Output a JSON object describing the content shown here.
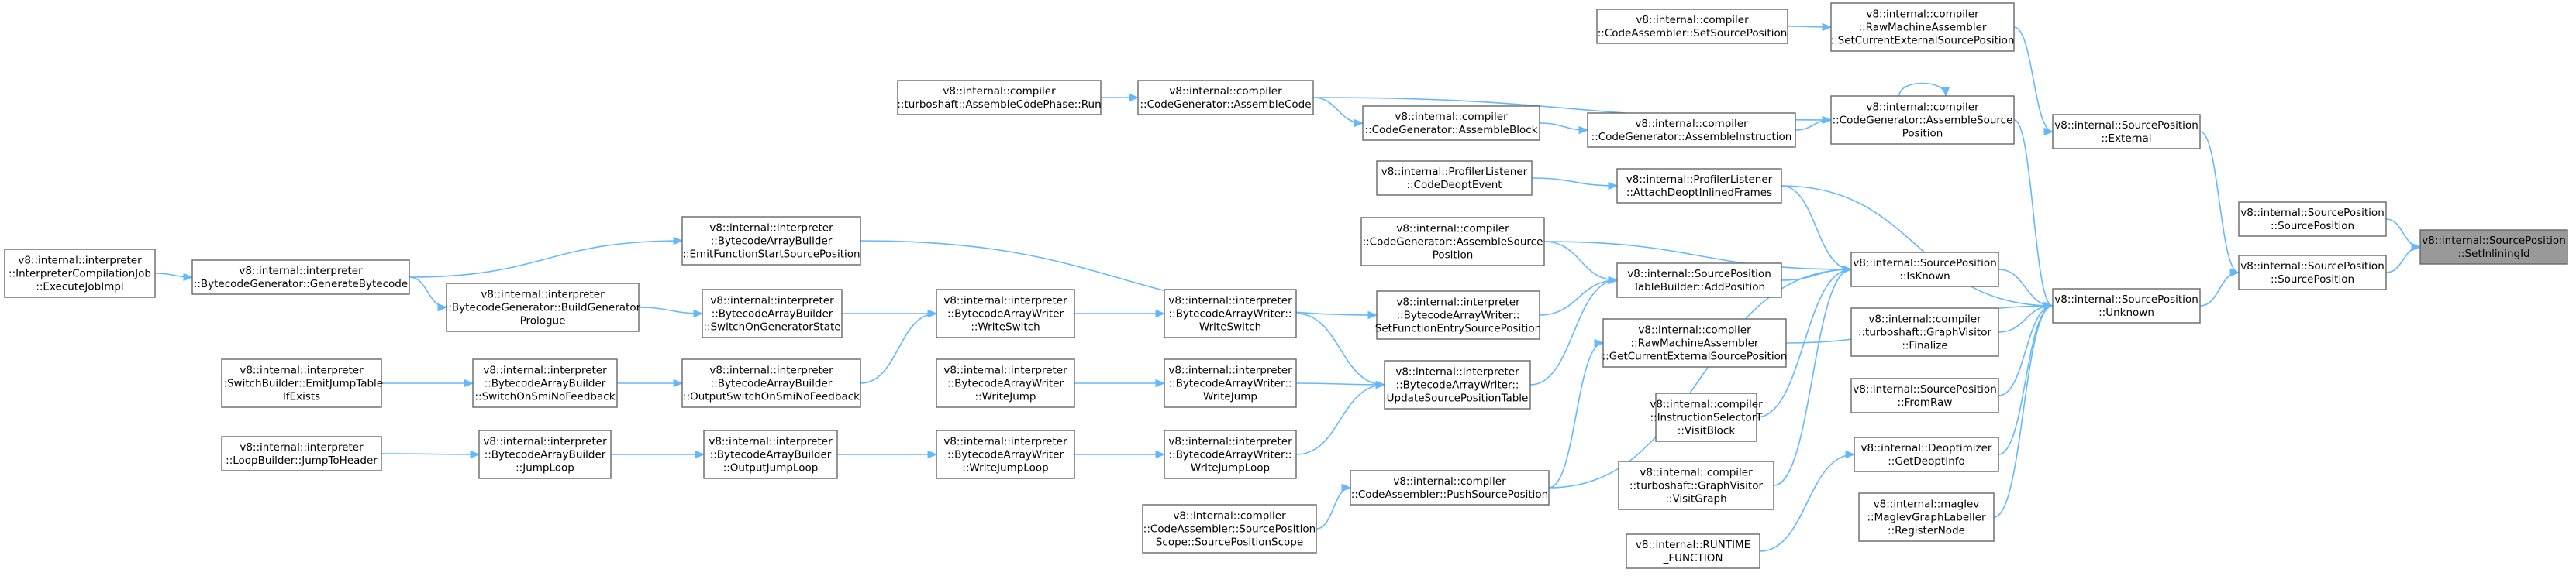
{
  "nodes": [
    {
      "id": "setinliningid",
      "lines": [
        "v8::internal::SourcePosition",
        "::SetInliningId"
      ],
      "root": true
    },
    {
      "id": "sp_sourceposition_top",
      "lines": [
        "v8::internal::SourcePosition",
        "::SourcePosition"
      ]
    },
    {
      "id": "sp_sourceposition_mid",
      "lines": [
        "v8::internal::SourcePosition",
        "::SourcePosition"
      ]
    },
    {
      "id": "sp_external",
      "lines": [
        "v8::internal::SourcePosition",
        "::External"
      ]
    },
    {
      "id": "sp_unknown",
      "lines": [
        "v8::internal::SourcePosition",
        "::Unknown"
      ]
    },
    {
      "id": "rma_setcurrentexternal",
      "lines": [
        "v8::internal::compiler",
        "::RawMachineAssembler",
        "::SetCurrentExternalSourcePosition"
      ]
    },
    {
      "id": "ca_setsourceposition",
      "lines": [
        "v8::internal::compiler",
        "::CodeAssembler::SetSourcePosition"
      ]
    },
    {
      "id": "cg_assemblesourceposition",
      "lines": [
        "v8::internal::compiler",
        "::CodeGenerator::AssembleSource",
        "Position"
      ]
    },
    {
      "id": "cg_assemblecode",
      "lines": [
        "v8::internal::compiler",
        "::CodeGenerator::AssembleCode"
      ]
    },
    {
      "id": "ts_assemblecodephase",
      "lines": [
        "v8::internal::compiler",
        "::turboshaft::AssembleCodePhase::Run"
      ]
    },
    {
      "id": "cg_assembleblock",
      "lines": [
        "v8::internal::compiler",
        "::CodeGenerator::AssembleBlock"
      ]
    },
    {
      "id": "cg_assembleinstruction",
      "lines": [
        "v8::internal::compiler",
        "::CodeGenerator::AssembleInstruction"
      ]
    },
    {
      "id": "pl_codedeoptevent",
      "lines": [
        "v8::internal::ProfilerListener",
        "::CodeDeoptEvent"
      ]
    },
    {
      "id": "pl_attachdeopt",
      "lines": [
        "v8::internal::ProfilerListener",
        "::AttachDeoptInlinedFrames"
      ]
    },
    {
      "id": "sp_isknown",
      "lines": [
        "v8::internal::SourcePosition",
        "::IsKnown"
      ]
    },
    {
      "id": "cg_assemblesourceposition2",
      "lines": [
        "v8::internal::compiler",
        "::CodeGenerator::AssembleSource",
        "Position"
      ]
    },
    {
      "id": "sptb_addposition",
      "lines": [
        "v8::internal::SourcePosition",
        "TableBuilder::AddPosition"
      ]
    },
    {
      "id": "ts_graphvisitor_finalize",
      "lines": [
        "v8::internal::compiler",
        "::turboshaft::GraphVisitor",
        "::Finalize"
      ]
    },
    {
      "id": "rma_getcurrentexternal",
      "lines": [
        "v8::internal::compiler",
        "::RawMachineAssembler",
        "::GetCurrentExternalSourcePosition"
      ]
    },
    {
      "id": "sp_fromraw",
      "lines": [
        "v8::internal::SourcePosition",
        "::FromRaw"
      ]
    },
    {
      "id": "ist_visitblock",
      "lines": [
        "v8::internal::compiler",
        "::InstructionSelectorT",
        "::VisitBlock"
      ]
    },
    {
      "id": "deopt_getdeoptinfo",
      "lines": [
        "v8::internal::Deoptimizer",
        "::GetDeoptInfo"
      ]
    },
    {
      "id": "ts_graphvisitor_visitgraph",
      "lines": [
        "v8::internal::compiler",
        "::turboshaft::GraphVisitor",
        "::VisitGraph"
      ]
    },
    {
      "id": "maglev_registernode",
      "lines": [
        "v8::internal::maglev",
        "::MaglevGraphLabeller",
        "::RegisterNode"
      ]
    },
    {
      "id": "runtime_function",
      "lines": [
        "v8::internal::RUNTIME",
        "_FUNCTION"
      ]
    },
    {
      "id": "baw_setfunctionentry",
      "lines": [
        "v8::internal::interpreter",
        "::BytecodeArrayWriter::",
        "SetFunctionEntrySourcePosition"
      ]
    },
    {
      "id": "baw_updatesourcepositiontable",
      "lines": [
        "v8::internal::interpreter",
        "::BytecodeArrayWriter::",
        "UpdateSourcePositionTable"
      ]
    },
    {
      "id": "ca_pushsourceposition",
      "lines": [
        "v8::internal::compiler",
        "::CodeAssembler::PushSourcePosition"
      ]
    },
    {
      "id": "cas_sourcepositionscope",
      "lines": [
        "v8::internal::compiler",
        "::CodeAssembler::SourcePosition",
        "Scope::SourcePositionScope"
      ]
    },
    {
      "id": "bab_emitfunctionstart",
      "lines": [
        "v8::internal::interpreter",
        "::BytecodeArrayBuilder",
        "::EmitFunctionStartSourcePosition"
      ]
    },
    {
      "id": "bg_generatebytecode",
      "lines": [
        "v8::internal::interpreter",
        "::BytecodeGenerator::GenerateBytecode"
      ]
    },
    {
      "id": "icj_executejobimpl",
      "lines": [
        "v8::internal::interpreter",
        "::InterpreterCompilationJob",
        "::ExecuteJobImpl"
      ]
    },
    {
      "id": "bg_buildgeneratorprologue",
      "lines": [
        "v8::internal::interpreter",
        "::BytecodeGenerator::BuildGenerator",
        "Prologue"
      ]
    },
    {
      "id": "bab_switchongeneratorstate",
      "lines": [
        "v8::internal::interpreter",
        "::BytecodeArrayBuilder",
        "::SwitchOnGeneratorState"
      ]
    },
    {
      "id": "baw_writeswitch_a",
      "lines": [
        "v8::internal::interpreter",
        "::BytecodeArrayWriter",
        "::WriteSwitch"
      ]
    },
    {
      "id": "baw_writeswitch_b",
      "lines": [
        "v8::internal::interpreter",
        "::BytecodeArrayWriter::",
        "WriteSwitch"
      ]
    },
    {
      "id": "sb_emitjumptable",
      "lines": [
        "v8::internal::interpreter",
        "::SwitchBuilder::EmitJumpTable",
        "IfExists"
      ]
    },
    {
      "id": "bab_switchonsmi",
      "lines": [
        "v8::internal::interpreter",
        "::BytecodeArrayBuilder",
        "::SwitchOnSmiNoFeedback"
      ]
    },
    {
      "id": "baw_outputswitchonsmi",
      "lines": [
        "v8::internal::interpreter",
        "::BytecodeArrayBuilder",
        "::OutputSwitchOnSmiNoFeedback"
      ]
    },
    {
      "id": "baw_writejump_a",
      "lines": [
        "v8::internal::interpreter",
        "::BytecodeArrayWriter",
        "::WriteJump"
      ]
    },
    {
      "id": "baw_writejump_b",
      "lines": [
        "v8::internal::interpreter",
        "::BytecodeArrayWriter::",
        "WriteJump"
      ]
    },
    {
      "id": "lb_jumptoheader",
      "lines": [
        "v8::internal::interpreter",
        "::LoopBuilder::JumpToHeader"
      ]
    },
    {
      "id": "bab_jumploop",
      "lines": [
        "v8::internal::interpreter",
        "::BytecodeArrayBuilder",
        "::JumpLoop"
      ]
    },
    {
      "id": "bab_outputjumploop",
      "lines": [
        "v8::internal::interpreter",
        "::BytecodeArrayBuilder",
        "::OutputJumpLoop"
      ]
    },
    {
      "id": "baw_writejumploop_a",
      "lines": [
        "v8::internal::interpreter",
        "::BytecodeArrayWriter",
        "::WriteJumpLoop"
      ]
    },
    {
      "id": "baw_writejumploop_b",
      "lines": [
        "v8::internal::interpreter",
        "::BytecodeArrayWriter::",
        "WriteJumpLoop"
      ]
    }
  ],
  "edges": [
    [
      "sp_sourceposition_top",
      "setinliningid"
    ],
    [
      "sp_sourceposition_mid",
      "setinliningid"
    ],
    [
      "sp_external",
      "sp_sourceposition_mid"
    ],
    [
      "sp_unknown",
      "sp_sourceposition_mid"
    ],
    [
      "rma_setcurrentexternal",
      "sp_external"
    ],
    [
      "ca_setsourceposition",
      "rma_setcurrentexternal"
    ],
    [
      "cg_assemblesourceposition",
      "sp_unknown"
    ],
    [
      "cg_assemblesourceposition",
      "cg_assemblesourceposition"
    ],
    [
      "cg_assemblecode",
      "cg_assemblesourceposition"
    ],
    [
      "ts_assemblecodephase",
      "cg_assemblecode"
    ],
    [
      "cg_assemblecode",
      "cg_assembleblock"
    ],
    [
      "cg_assembleblock",
      "cg_assembleinstruction"
    ],
    [
      "cg_assembleinstruction",
      "cg_assemblesourceposition"
    ],
    [
      "pl_codedeoptevent",
      "pl_attachdeopt"
    ],
    [
      "pl_attachdeopt",
      "sp_unknown"
    ],
    [
      "pl_attachdeopt",
      "sp_isknown"
    ],
    [
      "sp_isknown",
      "sp_unknown"
    ],
    [
      "cg_assemblesourceposition2",
      "sptb_addposition"
    ],
    [
      "cg_assemblesourceposition2",
      "sp_isknown"
    ],
    [
      "sptb_addposition",
      "sp_isknown"
    ],
    [
      "ts_graphvisitor_finalize",
      "sp_unknown"
    ],
    [
      "rma_getcurrentexternal",
      "sp_unknown"
    ],
    [
      "sp_fromraw",
      "sp_unknown"
    ],
    [
      "ist_visitblock",
      "sp_isknown"
    ],
    [
      "deopt_getdeoptinfo",
      "sp_unknown"
    ],
    [
      "ts_graphvisitor_visitgraph",
      "sp_isknown"
    ],
    [
      "maglev_registernode",
      "sp_unknown"
    ],
    [
      "runtime_function",
      "deopt_getdeoptinfo"
    ],
    [
      "baw_setfunctionentry",
      "sptb_addposition"
    ],
    [
      "baw_updatesourcepositiontable",
      "sptb_addposition"
    ],
    [
      "ca_pushsourceposition",
      "rma_getcurrentexternal"
    ],
    [
      "cas_sourcepositionscope",
      "ca_pushsourceposition"
    ],
    [
      "bab_emitfunctionstart",
      "baw_setfunctionentry"
    ],
    [
      "bg_generatebytecode",
      "bab_emitfunctionstart"
    ],
    [
      "icj_executejobimpl",
      "bg_generatebytecode"
    ],
    [
      "bg_generatebytecode",
      "bg_buildgeneratorprologue"
    ],
    [
      "bg_buildgeneratorprologue",
      "bab_switchongeneratorstate"
    ],
    [
      "bab_switchongeneratorstate",
      "baw_writeswitch_a"
    ],
    [
      "baw_writeswitch_a",
      "baw_writeswitch_b"
    ],
    [
      "baw_writeswitch_b",
      "baw_updatesourcepositiontable"
    ],
    [
      "sb_emitjumptable",
      "bab_switchonsmi"
    ],
    [
      "bab_switchonsmi",
      "baw_outputswitchonsmi"
    ],
    [
      "baw_outputswitchonsmi",
      "baw_writeswitch_a"
    ],
    [
      "baw_writejump_a",
      "baw_writejump_b"
    ],
    [
      "baw_writejump_b",
      "baw_updatesourcepositiontable"
    ],
    [
      "lb_jumptoheader",
      "bab_jumploop"
    ],
    [
      "bab_jumploop",
      "bab_outputjumploop"
    ],
    [
      "bab_outputjumploop",
      "baw_writejumploop_a"
    ],
    [
      "baw_writejumploop_a",
      "baw_writejumploop_b"
    ],
    [
      "baw_writejumploop_b",
      "baw_updatesourcepositiontable"
    ],
    [
      "ca_pushsourceposition",
      "sp_isknown"
    ]
  ],
  "colors": {
    "edge": "#63b8ff",
    "node_border": "#666666",
    "root_fill": "#999999",
    "node_fill": "#ffffff"
  }
}
